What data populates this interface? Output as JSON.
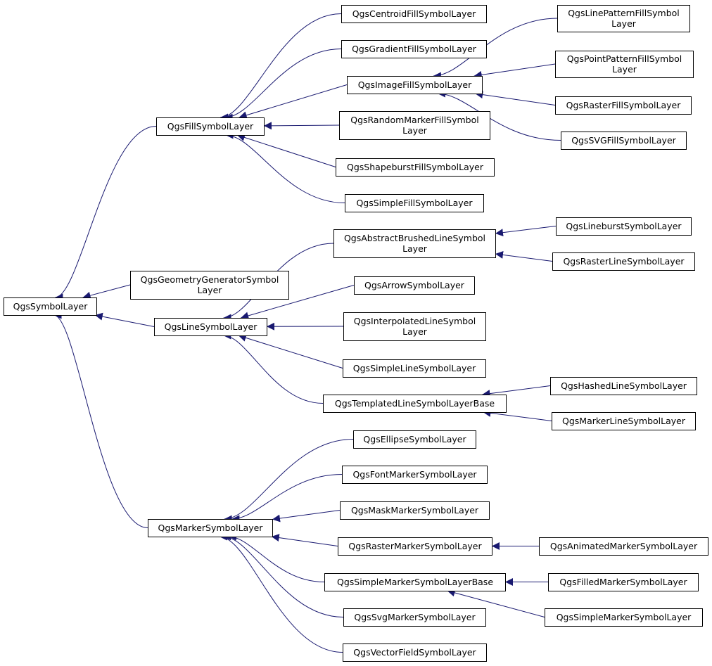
{
  "diagram": {
    "nodes": [
      {
        "id": "n0",
        "lines": [
          "QgsSymbolLayer"
        ]
      },
      {
        "id": "n1",
        "lines": [
          "QgsFillSymbolLayer"
        ]
      },
      {
        "id": "n2",
        "lines": [
          "QgsGeometryGeneratorSymbol",
          "Layer"
        ]
      },
      {
        "id": "n3",
        "lines": [
          "QgsLineSymbolLayer"
        ]
      },
      {
        "id": "n4",
        "lines": [
          "QgsMarkerSymbolLayer"
        ]
      },
      {
        "id": "n5",
        "lines": [
          "QgsCentroidFillSymbolLayer"
        ]
      },
      {
        "id": "n6",
        "lines": [
          "QgsGradientFillSymbolLayer"
        ]
      },
      {
        "id": "n7",
        "lines": [
          "QgsImageFillSymbolLayer"
        ]
      },
      {
        "id": "n8",
        "lines": [
          "QgsRandomMarkerFillSymbol",
          "Layer"
        ]
      },
      {
        "id": "n9",
        "lines": [
          "QgsShapeburstFillSymbolLayer"
        ]
      },
      {
        "id": "n10",
        "lines": [
          "QgsSimpleFillSymbolLayer"
        ]
      },
      {
        "id": "n11",
        "lines": [
          "QgsLinePatternFillSymbol",
          "Layer"
        ]
      },
      {
        "id": "n12",
        "lines": [
          "QgsPointPatternFillSymbol",
          "Layer"
        ]
      },
      {
        "id": "n13",
        "lines": [
          "QgsRasterFillSymbolLayer"
        ]
      },
      {
        "id": "n14",
        "lines": [
          "QgsSVGFillSymbolLayer"
        ]
      },
      {
        "id": "n15",
        "lines": [
          "QgsAbstractBrushedLineSymbol",
          "Layer"
        ]
      },
      {
        "id": "n16",
        "lines": [
          "QgsArrowSymbolLayer"
        ]
      },
      {
        "id": "n17",
        "lines": [
          "QgsInterpolatedLineSymbol",
          "Layer"
        ]
      },
      {
        "id": "n18",
        "lines": [
          "QgsSimpleLineSymbolLayer"
        ]
      },
      {
        "id": "n19",
        "lines": [
          "QgsTemplatedLineSymbolLayerBase"
        ]
      },
      {
        "id": "n20",
        "lines": [
          "QgsLineburstSymbolLayer"
        ]
      },
      {
        "id": "n21",
        "lines": [
          "QgsRasterLineSymbolLayer"
        ]
      },
      {
        "id": "n22",
        "lines": [
          "QgsHashedLineSymbolLayer"
        ]
      },
      {
        "id": "n23",
        "lines": [
          "QgsMarkerLineSymbolLayer"
        ]
      },
      {
        "id": "n24",
        "lines": [
          "QgsEllipseSymbolLayer"
        ]
      },
      {
        "id": "n25",
        "lines": [
          "QgsFontMarkerSymbolLayer"
        ]
      },
      {
        "id": "n26",
        "lines": [
          "QgsMaskMarkerSymbolLayer"
        ]
      },
      {
        "id": "n27",
        "lines": [
          "QgsRasterMarkerSymbolLayer"
        ]
      },
      {
        "id": "n28",
        "lines": [
          "QgsSimpleMarkerSymbolLayerBase"
        ]
      },
      {
        "id": "n29",
        "lines": [
          "QgsSvgMarkerSymbolLayer"
        ]
      },
      {
        "id": "n30",
        "lines": [
          "QgsVectorFieldSymbolLayer"
        ]
      },
      {
        "id": "n31",
        "lines": [
          "QgsAnimatedMarkerSymbolLayer"
        ]
      },
      {
        "id": "n32",
        "lines": [
          "QgsFilledMarkerSymbolLayer"
        ]
      },
      {
        "id": "n33",
        "lines": [
          "QgsSimpleMarkerSymbolLayer"
        ]
      }
    ],
    "edges": [
      {
        "from": "n1",
        "to": "n0"
      },
      {
        "from": "n2",
        "to": "n0"
      },
      {
        "from": "n3",
        "to": "n0"
      },
      {
        "from": "n4",
        "to": "n0"
      },
      {
        "from": "n5",
        "to": "n1"
      },
      {
        "from": "n6",
        "to": "n1"
      },
      {
        "from": "n7",
        "to": "n1"
      },
      {
        "from": "n8",
        "to": "n1"
      },
      {
        "from": "n9",
        "to": "n1"
      },
      {
        "from": "n10",
        "to": "n1"
      },
      {
        "from": "n11",
        "to": "n7"
      },
      {
        "from": "n12",
        "to": "n7"
      },
      {
        "from": "n13",
        "to": "n7"
      },
      {
        "from": "n14",
        "to": "n7"
      },
      {
        "from": "n15",
        "to": "n3"
      },
      {
        "from": "n16",
        "to": "n3"
      },
      {
        "from": "n17",
        "to": "n3"
      },
      {
        "from": "n18",
        "to": "n3"
      },
      {
        "from": "n19",
        "to": "n3"
      },
      {
        "from": "n20",
        "to": "n15"
      },
      {
        "from": "n21",
        "to": "n15"
      },
      {
        "from": "n22",
        "to": "n19"
      },
      {
        "from": "n23",
        "to": "n19"
      },
      {
        "from": "n24",
        "to": "n4"
      },
      {
        "from": "n25",
        "to": "n4"
      },
      {
        "from": "n26",
        "to": "n4"
      },
      {
        "from": "n27",
        "to": "n4"
      },
      {
        "from": "n28",
        "to": "n4"
      },
      {
        "from": "n29",
        "to": "n4"
      },
      {
        "from": "n30",
        "to": "n4"
      },
      {
        "from": "n31",
        "to": "n27"
      },
      {
        "from": "n32",
        "to": "n28"
      },
      {
        "from": "n33",
        "to": "n28"
      }
    ],
    "colors": {
      "edge": "#191970",
      "box_border": "#000000",
      "box_fill": "#ffffff",
      "text": "#000000"
    }
  }
}
